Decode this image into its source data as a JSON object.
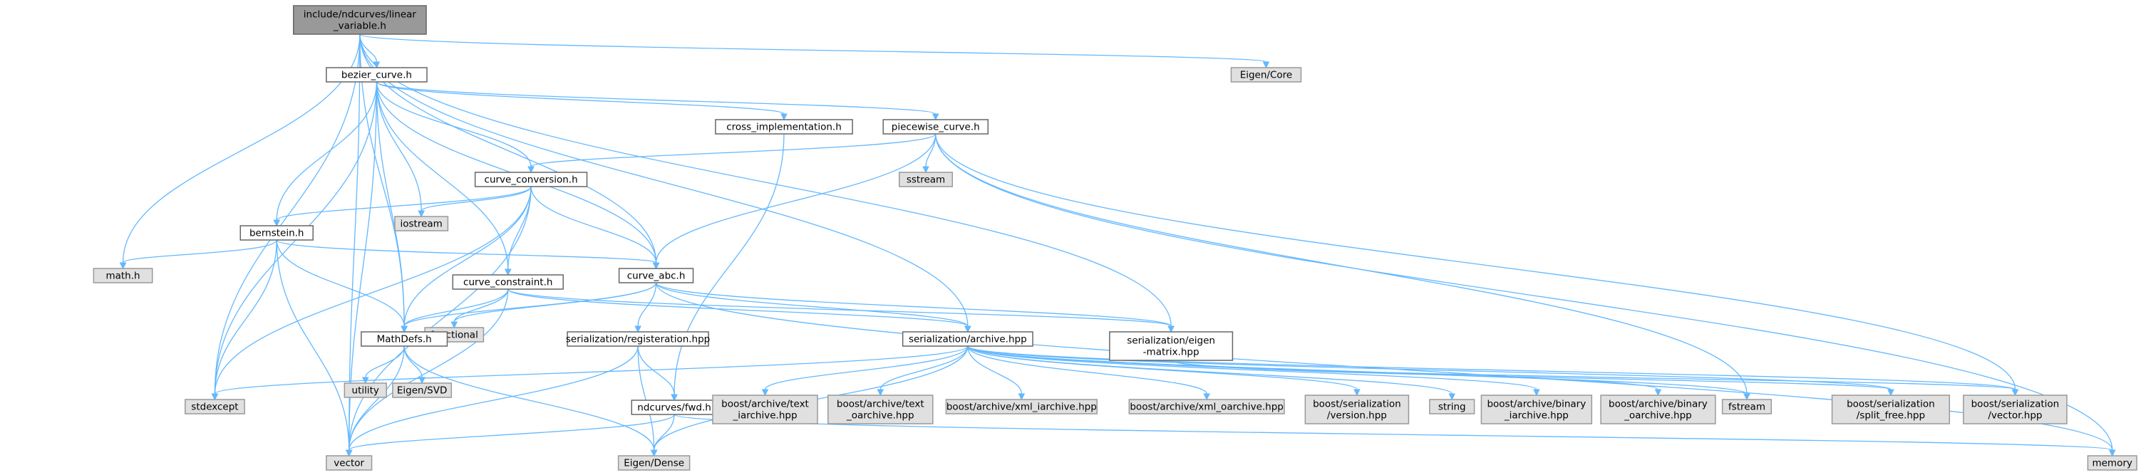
{
  "graph": {
    "nodes": [
      {
        "id": "root",
        "kind": "root",
        "lines": [
          "include/ndcurves/linear",
          "_variable.h"
        ]
      },
      {
        "id": "bezier",
        "kind": "usr",
        "lines": [
          "bezier_curve.h"
        ]
      },
      {
        "id": "eigencore",
        "kind": "sys",
        "lines": [
          "Eigen/Core"
        ]
      },
      {
        "id": "cross",
        "kind": "usr",
        "lines": [
          "cross_implementation.h"
        ]
      },
      {
        "id": "piecewise",
        "kind": "usr",
        "lines": [
          "piecewise_curve.h"
        ]
      },
      {
        "id": "sstream",
        "kind": "sys",
        "lines": [
          "sstream"
        ]
      },
      {
        "id": "conversion",
        "kind": "usr",
        "lines": [
          "curve_conversion.h"
        ]
      },
      {
        "id": "iostream",
        "kind": "sys",
        "lines": [
          "iostream"
        ]
      },
      {
        "id": "bernstein",
        "kind": "usr",
        "lines": [
          "bernstein.h"
        ]
      },
      {
        "id": "mathh",
        "kind": "sys",
        "lines": [
          "math.h"
        ]
      },
      {
        "id": "abc",
        "kind": "usr",
        "lines": [
          "curve_abc.h"
        ]
      },
      {
        "id": "constraint",
        "kind": "usr",
        "lines": [
          "curve_constraint.h"
        ]
      },
      {
        "id": "functional",
        "kind": "sys",
        "lines": [
          "functional"
        ]
      },
      {
        "id": "mathdefs",
        "kind": "usr",
        "lines": [
          "MathDefs.h"
        ]
      },
      {
        "id": "registeration",
        "kind": "usr",
        "lines": [
          "serialization/registeration.hpp"
        ]
      },
      {
        "id": "archive",
        "kind": "usr",
        "lines": [
          "serialization/archive.hpp"
        ]
      },
      {
        "id": "eigenmatrix",
        "kind": "usr",
        "lines": [
          "serialization/eigen",
          "-matrix.hpp"
        ]
      },
      {
        "id": "utility",
        "kind": "sys",
        "lines": [
          "utility"
        ]
      },
      {
        "id": "svd",
        "kind": "sys",
        "lines": [
          "Eigen/SVD"
        ]
      },
      {
        "id": "stdexcept",
        "kind": "sys",
        "lines": [
          "stdexcept"
        ]
      },
      {
        "id": "fwd",
        "kind": "usr",
        "lines": [
          "ndcurves/fwd.h"
        ]
      },
      {
        "id": "textia",
        "kind": "sys",
        "lines": [
          "boost/archive/text",
          "_iarchive.hpp"
        ]
      },
      {
        "id": "textoa",
        "kind": "sys",
        "lines": [
          "boost/archive/text",
          "_oarchive.hpp"
        ]
      },
      {
        "id": "xmlia",
        "kind": "sys",
        "lines": [
          "boost/archive/xml_iarchive.hpp"
        ]
      },
      {
        "id": "xmloa",
        "kind": "sys",
        "lines": [
          "boost/archive/xml_oarchive.hpp"
        ]
      },
      {
        "id": "version",
        "kind": "sys",
        "lines": [
          "boost/serialization",
          "/version.hpp"
        ]
      },
      {
        "id": "string",
        "kind": "sys",
        "lines": [
          "string"
        ]
      },
      {
        "id": "binia",
        "kind": "sys",
        "lines": [
          "boost/archive/binary",
          "_iarchive.hpp"
        ]
      },
      {
        "id": "binoa",
        "kind": "sys",
        "lines": [
          "boost/archive/binary",
          "_oarchive.hpp"
        ]
      },
      {
        "id": "fstream",
        "kind": "sys",
        "lines": [
          "fstream"
        ]
      },
      {
        "id": "splitfree",
        "kind": "sys",
        "lines": [
          "boost/serialization",
          "/split_free.hpp"
        ]
      },
      {
        "id": "vectorhpp",
        "kind": "sys",
        "lines": [
          "boost/serialization",
          "/vector.hpp"
        ]
      },
      {
        "id": "vector",
        "kind": "sys",
        "lines": [
          "vector"
        ]
      },
      {
        "id": "eigendense",
        "kind": "sys",
        "lines": [
          "Eigen/Dense"
        ]
      },
      {
        "id": "memory",
        "kind": "sys",
        "lines": [
          "memory"
        ]
      }
    ],
    "edges": [
      [
        "root",
        "bezier"
      ],
      [
        "root",
        "eigencore"
      ],
      [
        "root",
        "mathh"
      ],
      [
        "root",
        "stdexcept"
      ],
      [
        "root",
        "vector"
      ],
      [
        "root",
        "mathdefs"
      ],
      [
        "root",
        "abc"
      ],
      [
        "root",
        "archive"
      ],
      [
        "root",
        "eigenmatrix"
      ],
      [
        "bezier",
        "cross"
      ],
      [
        "bezier",
        "piecewise"
      ],
      [
        "bezier",
        "conversion"
      ],
      [
        "bezier",
        "bernstein"
      ],
      [
        "bezier",
        "iostream"
      ],
      [
        "bezier",
        "abc"
      ],
      [
        "bezier",
        "constraint"
      ],
      [
        "bezier",
        "mathdefs"
      ],
      [
        "bezier",
        "stdexcept"
      ],
      [
        "bezier",
        "vector"
      ],
      [
        "cross",
        "fwd"
      ],
      [
        "piecewise",
        "sstream"
      ],
      [
        "piecewise",
        "conversion"
      ],
      [
        "piecewise",
        "abc"
      ],
      [
        "piecewise",
        "memory"
      ],
      [
        "piecewise",
        "vectorhpp"
      ],
      [
        "piecewise",
        "fstream"
      ],
      [
        "conversion",
        "bernstein"
      ],
      [
        "conversion",
        "iostream"
      ],
      [
        "conversion",
        "abc"
      ],
      [
        "conversion",
        "constraint"
      ],
      [
        "conversion",
        "mathdefs"
      ],
      [
        "conversion",
        "stdexcept"
      ],
      [
        "conversion",
        "vector"
      ],
      [
        "bernstein",
        "mathh"
      ],
      [
        "bernstein",
        "abc"
      ],
      [
        "bernstein",
        "mathdefs"
      ],
      [
        "bernstein",
        "stdexcept"
      ],
      [
        "bernstein",
        "vector"
      ],
      [
        "abc",
        "functional"
      ],
      [
        "abc",
        "registeration"
      ],
      [
        "abc",
        "archive"
      ],
      [
        "abc",
        "eigenmatrix"
      ],
      [
        "abc",
        "mathdefs"
      ],
      [
        "abc",
        "memory"
      ],
      [
        "constraint",
        "functional"
      ],
      [
        "constraint",
        "mathdefs"
      ],
      [
        "constraint",
        "vector"
      ],
      [
        "constraint",
        "archive"
      ],
      [
        "constraint",
        "eigenmatrix"
      ],
      [
        "mathdefs",
        "utility"
      ],
      [
        "mathdefs",
        "svd"
      ],
      [
        "mathdefs",
        "vector"
      ],
      [
        "mathdefs",
        "eigendense"
      ],
      [
        "registeration",
        "fwd"
      ],
      [
        "registeration",
        "vector"
      ],
      [
        "registeration",
        "eigendense"
      ],
      [
        "archive",
        "stdexcept"
      ],
      [
        "archive",
        "textia"
      ],
      [
        "archive",
        "textoa"
      ],
      [
        "archive",
        "xmlia"
      ],
      [
        "archive",
        "xmloa"
      ],
      [
        "archive",
        "version"
      ],
      [
        "archive",
        "string"
      ],
      [
        "archive",
        "binia"
      ],
      [
        "archive",
        "binoa"
      ],
      [
        "archive",
        "fstream"
      ],
      [
        "archive",
        "splitfree"
      ],
      [
        "archive",
        "vectorhpp"
      ],
      [
        "archive",
        "eigendense"
      ],
      [
        "eigenmatrix",
        "splitfree"
      ],
      [
        "eigenmatrix",
        "vectorhpp"
      ],
      [
        "fwd",
        "vector"
      ],
      [
        "fwd",
        "eigendense"
      ],
      [
        "fwd",
        "memory"
      ]
    ]
  }
}
